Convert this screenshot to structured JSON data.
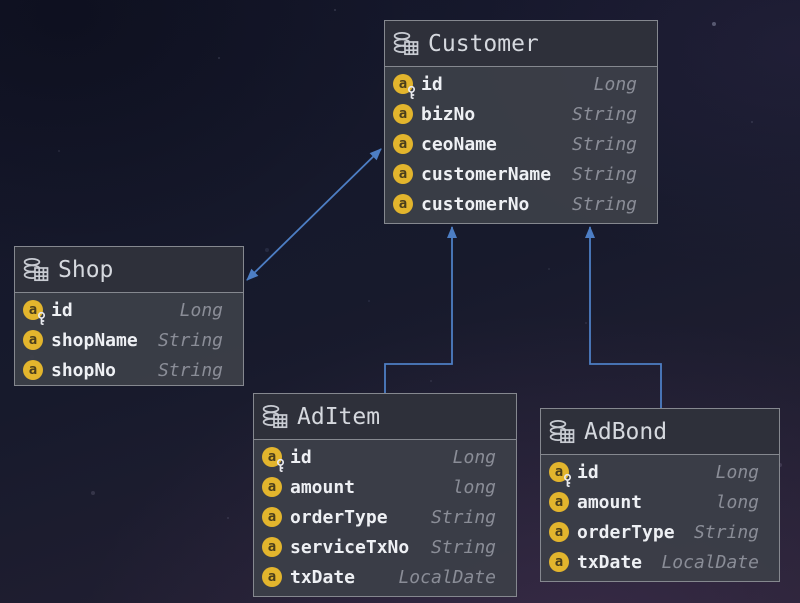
{
  "icons": {
    "header_icon": "database-table-icon",
    "attribute_letter": "a",
    "key_icon": "key-icon"
  },
  "colors": {
    "relation_line": "#4d7ec4",
    "attribute_icon_bg": "#e3b52d",
    "entity_body_bg": "#3b3e48",
    "entity_header_bg": "#2d303a",
    "field_name_text": "#eef0f4",
    "field_type_text": "#8a8d97",
    "entity_border": "#85888f"
  },
  "tables": {
    "customer": {
      "name": "Customer",
      "fields": [
        {
          "name": "id",
          "type": "Long",
          "key": true
        },
        {
          "name": "bizNo",
          "type": "String",
          "key": false
        },
        {
          "name": "ceoName",
          "type": "String",
          "key": false
        },
        {
          "name": "customerName",
          "type": "String",
          "key": false
        },
        {
          "name": "customerNo",
          "type": "String",
          "key": false
        }
      ]
    },
    "shop": {
      "name": "Shop",
      "fields": [
        {
          "name": "id",
          "type": "Long",
          "key": true
        },
        {
          "name": "shopName",
          "type": "String",
          "key": false
        },
        {
          "name": "shopNo",
          "type": "String",
          "key": false
        }
      ]
    },
    "aditem": {
      "name": "AdItem",
      "fields": [
        {
          "name": "id",
          "type": "Long",
          "key": true
        },
        {
          "name": "amount",
          "type": "long",
          "key": false
        },
        {
          "name": "orderType",
          "type": "String",
          "key": false
        },
        {
          "name": "serviceTxNo",
          "type": "String",
          "key": false
        },
        {
          "name": "txDate",
          "type": "LocalDate",
          "key": false
        }
      ]
    },
    "adbond": {
      "name": "AdBond",
      "fields": [
        {
          "name": "id",
          "type": "Long",
          "key": true
        },
        {
          "name": "amount",
          "type": "long",
          "key": false
        },
        {
          "name": "orderType",
          "type": "String",
          "key": false
        },
        {
          "name": "txDate",
          "type": "LocalDate",
          "key": false
        }
      ]
    }
  },
  "relations": [
    {
      "from": "Shop",
      "to": "Customer",
      "style": "double-arrow"
    },
    {
      "from": "AdItem",
      "to": "Customer",
      "style": "arrow"
    },
    {
      "from": "AdBond",
      "to": "Customer",
      "style": "arrow"
    }
  ]
}
